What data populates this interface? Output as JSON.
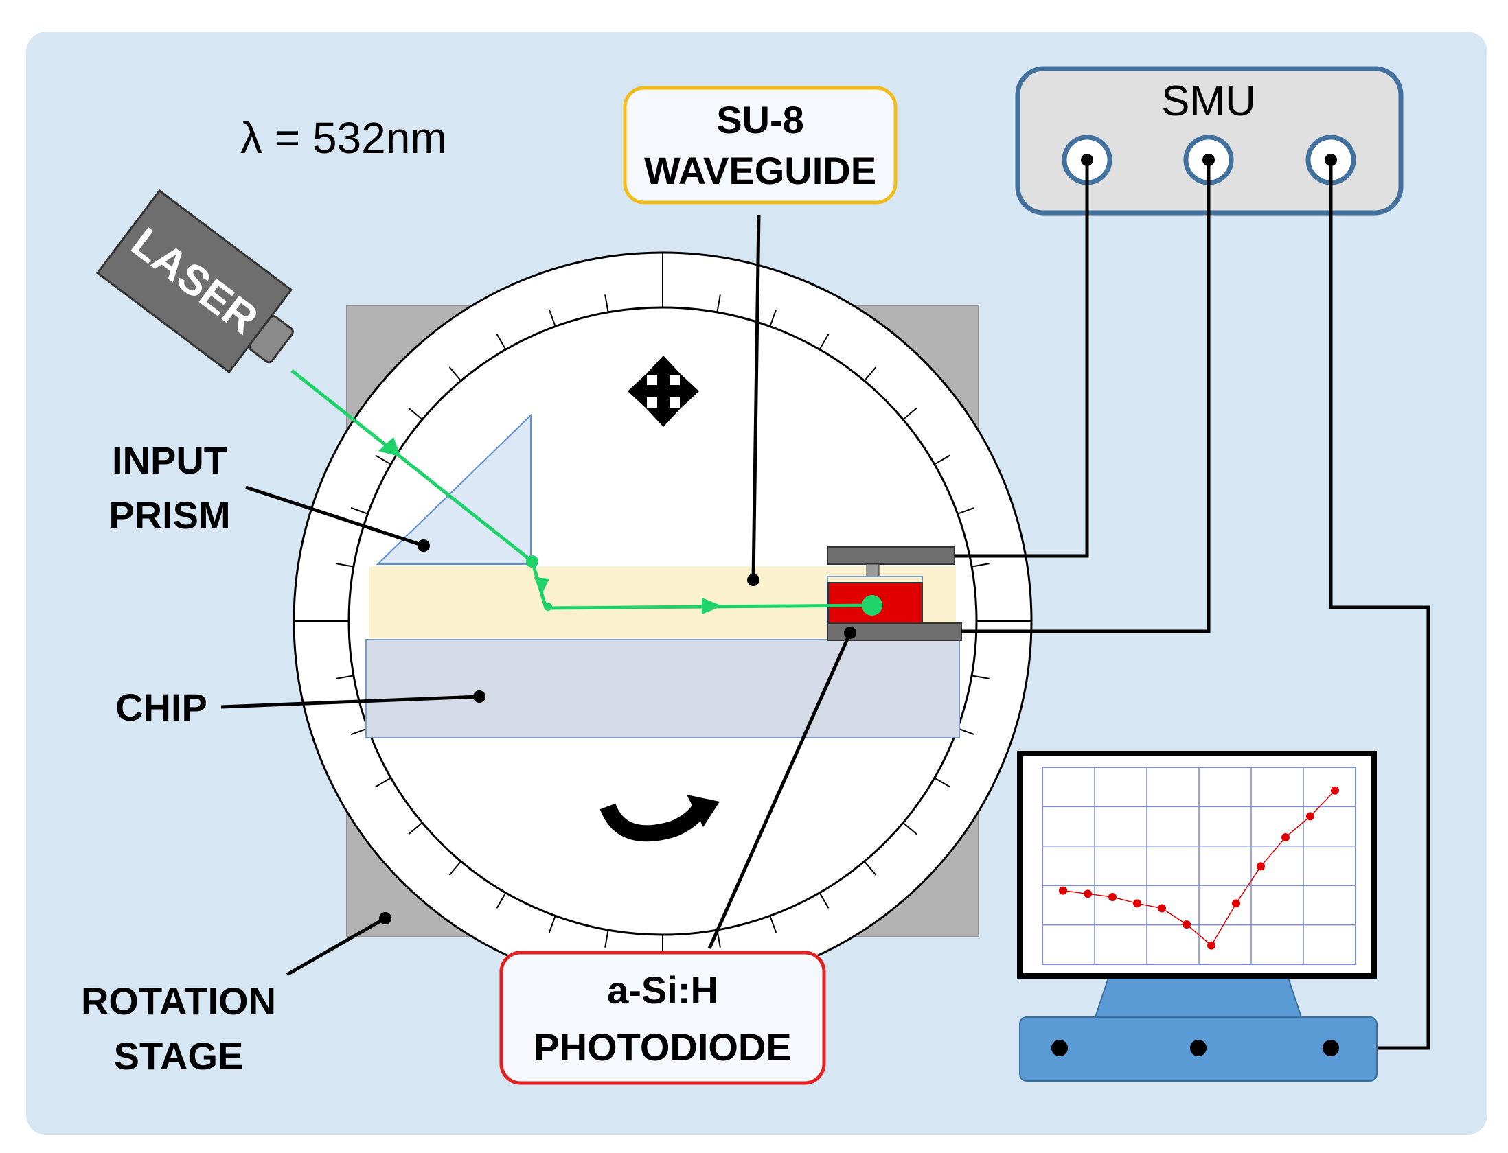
{
  "wavelength": "λ = 532nm",
  "laser": {
    "label": "LASER"
  },
  "smu": {
    "label": "SMU"
  },
  "labels": {
    "prism": [
      "INPUT",
      "PRISM"
    ],
    "chip": "CHIP",
    "rotation_stage": [
      "ROTATION",
      "STAGE"
    ],
    "waveguide": [
      "SU-8",
      "WAVEGUIDE"
    ],
    "photodiode": [
      "a-Si:H",
      "PHOTODIODE"
    ]
  },
  "icons": {
    "move": "move-arrows-icon",
    "rotate": "rotate-arrow-icon"
  },
  "colors": {
    "background": "#d6e6f3",
    "beam": "#1fd36a",
    "waveguide_fill": "#fcf1cf",
    "chip_fill": "#d5dce7",
    "photodiode": "#e00000",
    "waveguide_box_border": "#f2bd1a",
    "photodiode_box_border": "#e52020",
    "smu_border": "#41719c",
    "monitor_base": "#5b9bd5",
    "plot_points": "#e00000"
  },
  "monitor_plot": {
    "type": "line",
    "y": [
      0.33,
      0.31,
      0.29,
      0.25,
      0.22,
      0.12,
      -0.01,
      0.25,
      0.48,
      0.66,
      0.79,
      0.95
    ]
  }
}
